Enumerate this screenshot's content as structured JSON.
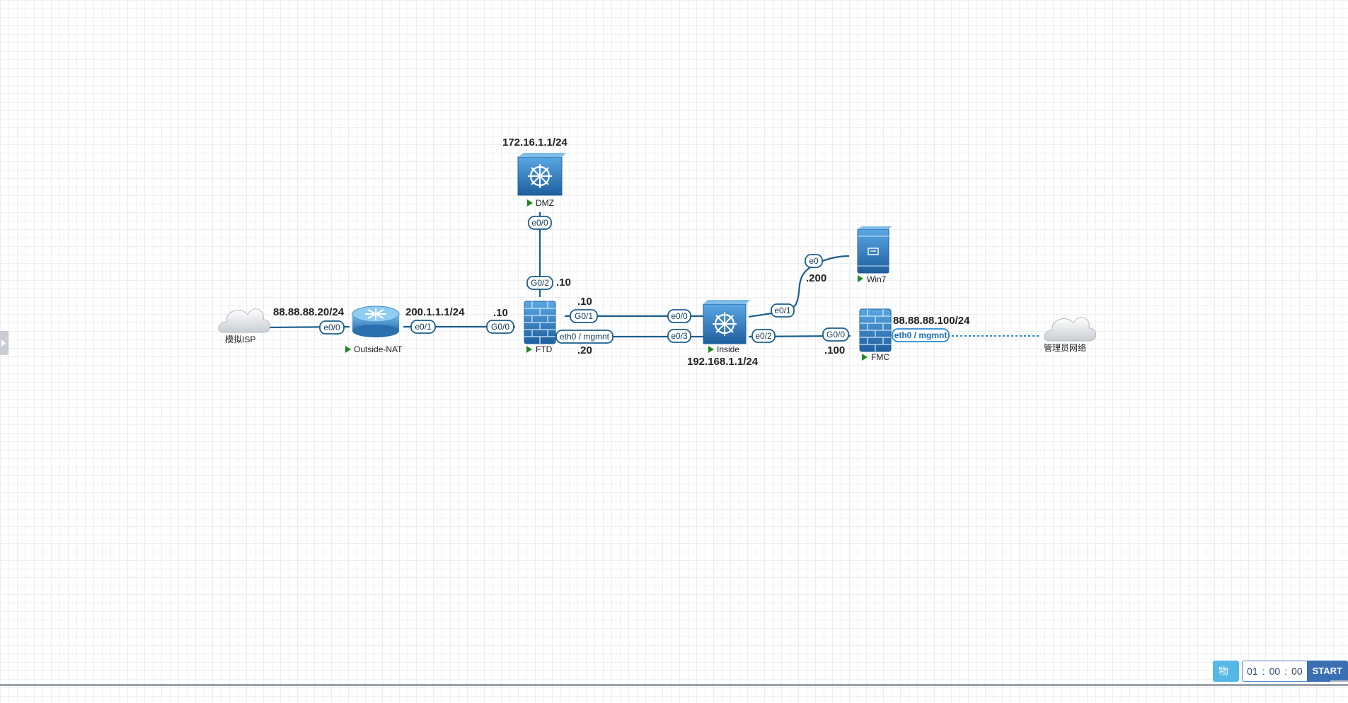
{
  "nodes": {
    "isp": {
      "label": "模拟ISP"
    },
    "outside_nat": {
      "label": "Outside-NAT"
    },
    "ftd": {
      "label": "FTD"
    },
    "dmz": {
      "label": "DMZ"
    },
    "inside": {
      "label": "Inside"
    },
    "win7": {
      "label": "Win7"
    },
    "fmc": {
      "label": "FMC"
    },
    "admin_net": {
      "label": "管理员网络"
    }
  },
  "ip_labels": {
    "isp_net": "88.88.88.20/24",
    "outside_net": "200.1.1.1/24",
    "ftd_outside": ".10",
    "dmz_net": "172.16.1.1/24",
    "ftd_dmz": ".10",
    "ftd_inside": ".10",
    "ftd_mgmt": ".20",
    "inside_net": "192.168.1.1/24",
    "win7_ip": ".200",
    "fmc_inside": ".100",
    "fmc_mgmt": "88.88.88.100/24"
  },
  "ports": {
    "nat_e00": "e0/0",
    "nat_e01": "e0/1",
    "ftd_g00": "G0/0",
    "dmz_e00": "e0/0",
    "ftd_g02": "G0/2",
    "ftd_g01": "G0/1",
    "ftd_eth0": "eth0 / mgmnt",
    "inside_e00": "e0/0",
    "inside_e03": "e0/3",
    "inside_e01": "e0/1",
    "inside_e02": "e0/2",
    "win7_e0": "e0",
    "fmc_g00": "G0/0",
    "fmc_eth0": "eth0 / mgmnt"
  },
  "controls": {
    "mode_label": "物理",
    "hours": "01",
    "minutes": "00",
    "seconds": "00",
    "start_label": "START"
  },
  "colors": {
    "link": "#1b5e8c",
    "device_blue": "#2d77c0",
    "running": "#1e8a1e",
    "mgmt_link": "#2a8ad0"
  }
}
